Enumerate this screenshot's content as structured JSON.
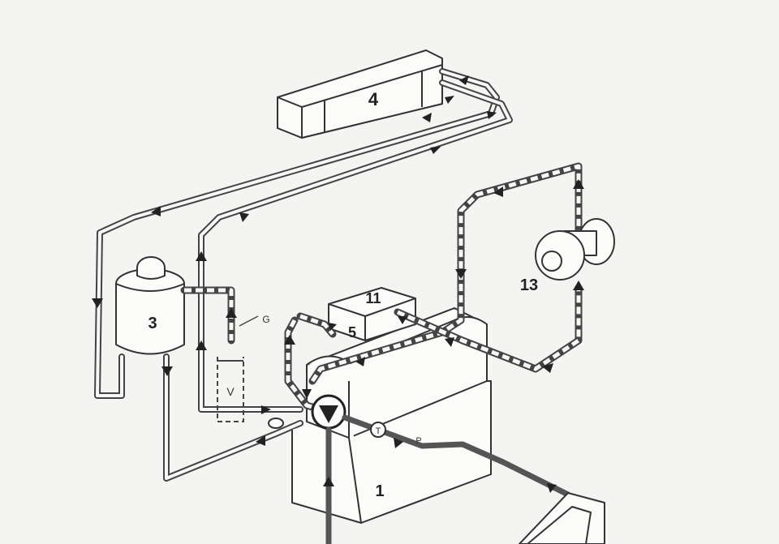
{
  "diagram": {
    "labels": {
      "engine": "1",
      "expansion_tank": "3",
      "heater_core": "4",
      "thermostat_housing": "5",
      "control_unit": "11",
      "auxiliary_pump": "13"
    },
    "markers": {
      "g": "G",
      "v": "V",
      "t": "T",
      "p": "P"
    }
  }
}
